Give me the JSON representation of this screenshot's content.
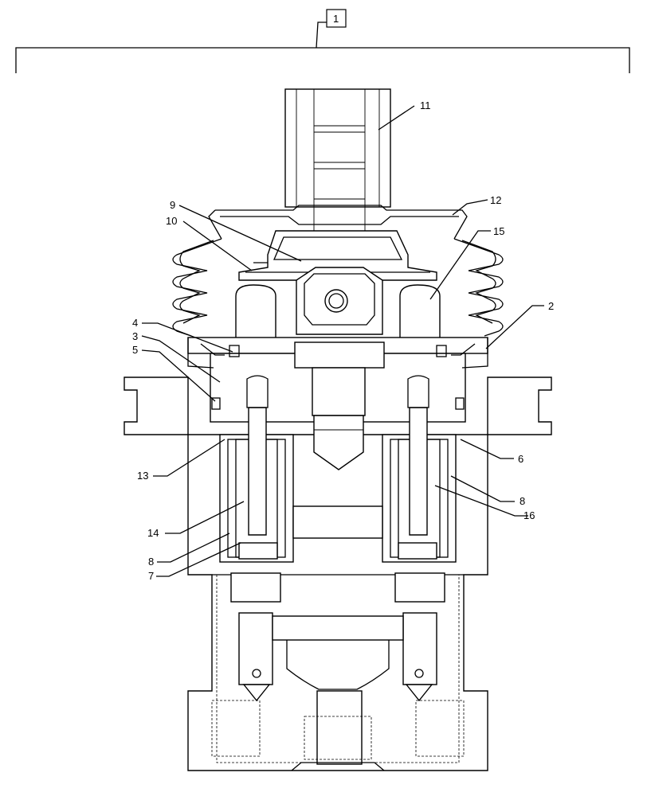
{
  "assembly_label": "1",
  "callouts": {
    "c2": "2",
    "c3": "3",
    "c4": "4",
    "c5": "5",
    "c6": "6",
    "c7": "7",
    "c8a": "8",
    "c8b": "8",
    "c9": "9",
    "c10": "10",
    "c11": "11",
    "c12": "12",
    "c13": "13",
    "c14": "14",
    "c15": "15",
    "c16": "16"
  }
}
